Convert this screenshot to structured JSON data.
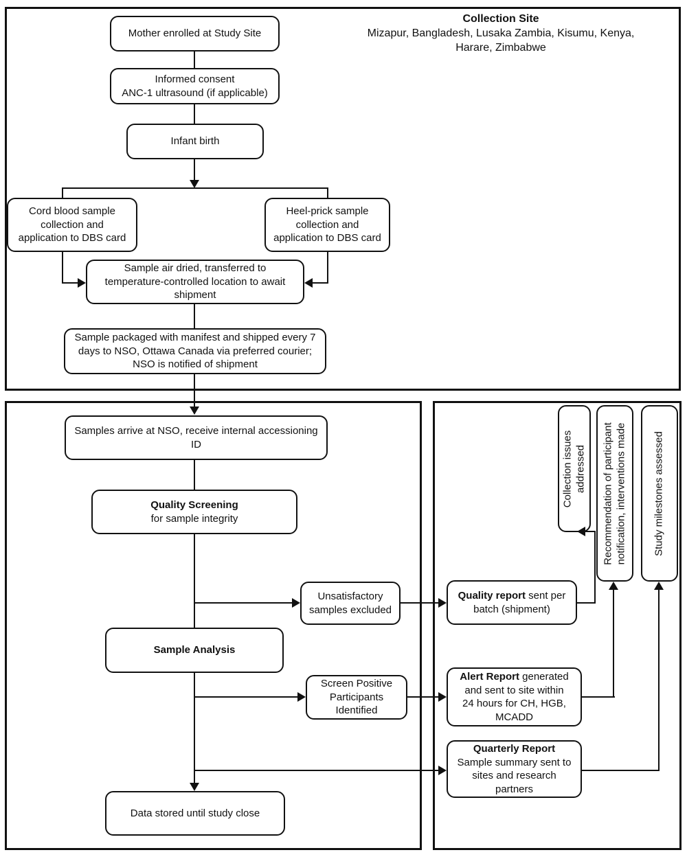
{
  "colors": {
    "line": "#111111",
    "background": "#ffffff"
  },
  "header": {
    "title": "Collection Site",
    "sites": "Mizapur, Bangladesh, Lusaka Zambia, Kisumu, Kenya,\nHarare, Zimbabwe"
  },
  "nodes": {
    "mother": {
      "text": "Mother enrolled at Study Site"
    },
    "informed": {
      "text": "Informed consent\nANC-1 ultrasound (if applicable)"
    },
    "infant": {
      "text": "Infant birth"
    },
    "cord": {
      "text": "Cord blood sample\ncollection and\napplication to DBS card"
    },
    "heel": {
      "text": "Heel-prick sample\ncollection and\napplication to DBS card"
    },
    "air_dried": {
      "text": "Sample air dried, transferred to\ntemperature-controlled location to await\nshipment"
    },
    "packaged": {
      "text": "Sample packaged with manifest and shipped every 7\ndays to NSO, Ottawa Canada via preferred courier;\nNSO is notified of shipment"
    },
    "arrive": {
      "text": "Samples arrive at NSO, receive internal accessioning\nID"
    },
    "quality_screening": {
      "bold": "Quality Screening",
      "rest": "for sample integrity"
    },
    "unsatisfactory": {
      "text": "Unsatisfactory\nsamples excluded"
    },
    "sample_analysis": {
      "bold": "Sample Analysis"
    },
    "screen_positive": {
      "text": "Screen Positive\nParticipants\nIdentified"
    },
    "data_stored": {
      "text": "Data stored until study close"
    },
    "quality_report": {
      "bold": "Quality report",
      "rest": " sent per\nbatch (shipment)"
    },
    "alert_report": {
      "bold": "Alert Report",
      "rest": " generated\nand sent to site within\n24 hours for CH, HGB,\nMCADD"
    },
    "quarterly_report": {
      "bold": "Quarterly Report",
      "rest": "Sample summary sent to\nsites and research\npartners"
    },
    "collection_issues": {
      "text": "Collection issues addressed"
    },
    "recommendation": {
      "text": "Recommendation of participant notification, interventions made"
    },
    "milestones": {
      "text": "Study milestones assessed"
    }
  }
}
